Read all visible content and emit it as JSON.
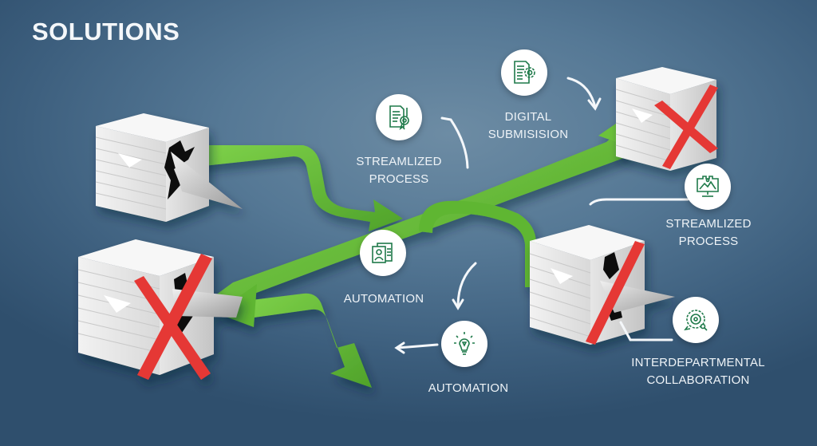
{
  "title": "SOLUTIONS",
  "colors": {
    "accent_green": "#6cc23a",
    "cross_red": "#e53935",
    "icon_green": "#1f7a4a",
    "label_white": "#eef3f7",
    "background": "#4f7290"
  },
  "nodes": [
    {
      "id": "streamlized-process-top",
      "icon": "certificate-document-icon",
      "lines": [
        "STREAMLIZED",
        "PROCESS"
      ]
    },
    {
      "id": "digital-submission",
      "icon": "document-gear-icon",
      "lines": [
        "DIGITAL",
        "SUBMISISION"
      ]
    },
    {
      "id": "streamlized-process-right",
      "icon": "puzzle-monitor-icon",
      "lines": [
        "STREAMLIZED",
        "PROCESS"
      ]
    },
    {
      "id": "automation-center",
      "icon": "id-card-icon",
      "lines": [
        "AUTOMATION"
      ]
    },
    {
      "id": "automation-bottom",
      "icon": "lightbulb-icon",
      "lines": [
        "AUTOMATION"
      ]
    },
    {
      "id": "interdepartmental-collaboration",
      "icon": "gear-target-icon",
      "lines": [
        "INTERDEPARTMENTAL",
        "COLLABORATION"
      ]
    }
  ],
  "paper_stacks": [
    {
      "id": "stack-top-left",
      "state": "broken"
    },
    {
      "id": "stack-bottom-left",
      "state": "crossed-out"
    },
    {
      "id": "stack-top-right",
      "state": "crossed-out"
    },
    {
      "id": "stack-bottom-right",
      "state": "crossed-out"
    }
  ]
}
